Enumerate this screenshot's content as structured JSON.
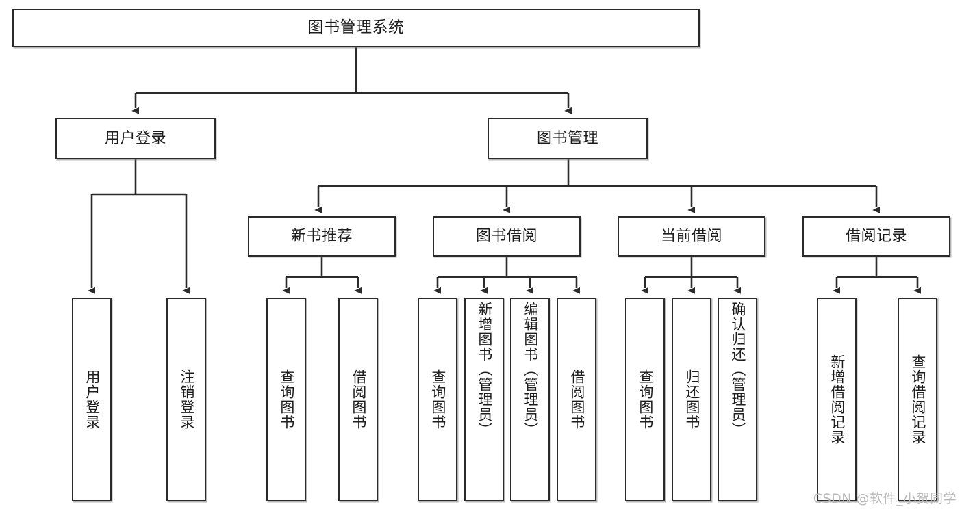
{
  "diagram": {
    "title": "图书管理系统",
    "type": "tree-hierarchy-chart",
    "root": {
      "id": "root",
      "label": "图书管理系统"
    },
    "level2": [
      {
        "id": "user-login",
        "label": "用户登录"
      },
      {
        "id": "book-manage",
        "label": "图书管理"
      }
    ],
    "level3": [
      {
        "id": "new-book-rec",
        "label": "新书推荐",
        "parent": "book-manage"
      },
      {
        "id": "book-borrow",
        "label": "图书借阅",
        "parent": "book-manage"
      },
      {
        "id": "current-borrow",
        "label": "当前借阅",
        "parent": "book-manage"
      },
      {
        "id": "borrow-record",
        "label": "借阅记录",
        "parent": "book-manage"
      }
    ],
    "leaves": [
      {
        "id": "leaf-user-login",
        "label": "用户登录",
        "parent": "user-login"
      },
      {
        "id": "leaf-logout",
        "label": "注销登录",
        "parent": "user-login"
      },
      {
        "id": "leaf-query-book-1",
        "label": "查询图书",
        "parent": "new-book-rec"
      },
      {
        "id": "leaf-borrow-book-1",
        "label": "借阅图书",
        "parent": "new-book-rec"
      },
      {
        "id": "leaf-query-book-2",
        "label": "查询图书",
        "parent": "book-borrow"
      },
      {
        "id": "leaf-add-book",
        "label": "新增图书（管理员）",
        "parent": "book-borrow"
      },
      {
        "id": "leaf-edit-book",
        "label": "编辑图书（管理员）",
        "parent": "book-borrow"
      },
      {
        "id": "leaf-borrow-book-2",
        "label": "借阅图书",
        "parent": "book-borrow"
      },
      {
        "id": "leaf-query-book-3",
        "label": "查询图书",
        "parent": "current-borrow"
      },
      {
        "id": "leaf-return-book",
        "label": "归还图书",
        "parent": "current-borrow"
      },
      {
        "id": "leaf-confirm-return",
        "label": "确认归还（管理员）",
        "parent": "current-borrow"
      },
      {
        "id": "leaf-add-record",
        "label": "新增借阅记录",
        "parent": "borrow-record"
      },
      {
        "id": "leaf-query-record",
        "label": "查询借阅记录",
        "parent": "borrow-record"
      }
    ],
    "watermark": "CSDN @软件_小贺同学",
    "colors": {
      "stroke": "#2b2b2b",
      "background": "#ffffff",
      "text": "#1d1d1d",
      "watermark": "#b9b9b9"
    }
  }
}
